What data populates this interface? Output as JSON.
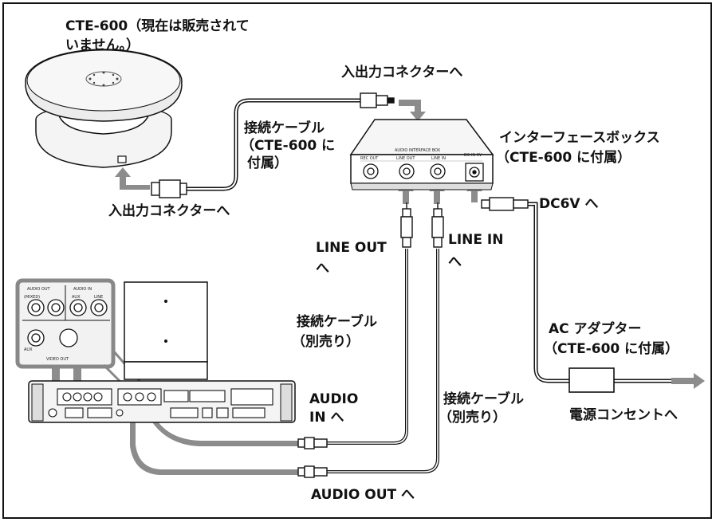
{
  "labels": {
    "cte600_title_line1": "CTE-600（現在は販売されて",
    "cte600_title_line2": "いません。）",
    "connector_top": "入出力コネクターへ",
    "cable_cte_line1": "接続ケーブル",
    "cable_cte_line2": "（CTE-600 に",
    "cable_cte_line3": "付属）",
    "interface_box_line1": "インターフェースボックス",
    "interface_box_line2": "（CTE-600 に付属）",
    "connector_bottom": "入出力コネクターへ",
    "dc6v": "DC6V へ",
    "line_out_line1": "LINE OUT",
    "line_out_line2": "へ",
    "line_in_line1": "LINE IN",
    "line_in_line2": "へ",
    "cable_sep1_line1": "接続ケーブル",
    "cable_sep1_line2": "（別売り）",
    "ac_adapter_line1": "AC アダプター",
    "ac_adapter_line2": "（CTE-600 に付属）",
    "audio_in_line1": "AUDIO",
    "audio_in_line2": "IN へ",
    "cable_sep2_line1": "接続ケーブル",
    "cable_sep2_line2": "（別売り）",
    "outlet": "電源コンセントへ",
    "audio_out": "AUDIO OUT へ"
  },
  "panel_labels": {
    "audio_out": "AUDIO OUT",
    "audio_in": "AUDIO IN",
    "mixed": "(MIXED)",
    "aux": "AUX",
    "line": "LINE",
    "video_out": "VIDEO OUT",
    "aux2": "AUX"
  },
  "box_labels": {
    "box_name": "AUDIO INTERFACE BOX",
    "rec_out": "REC OUT",
    "line_out": "LINE OUT",
    "line_in": "LINE IN",
    "dc_in": "DC IN 6V"
  },
  "colors": {
    "arrow": "#8c8c8c",
    "line": "#111111",
    "device_fill": "#f2f2f2"
  }
}
